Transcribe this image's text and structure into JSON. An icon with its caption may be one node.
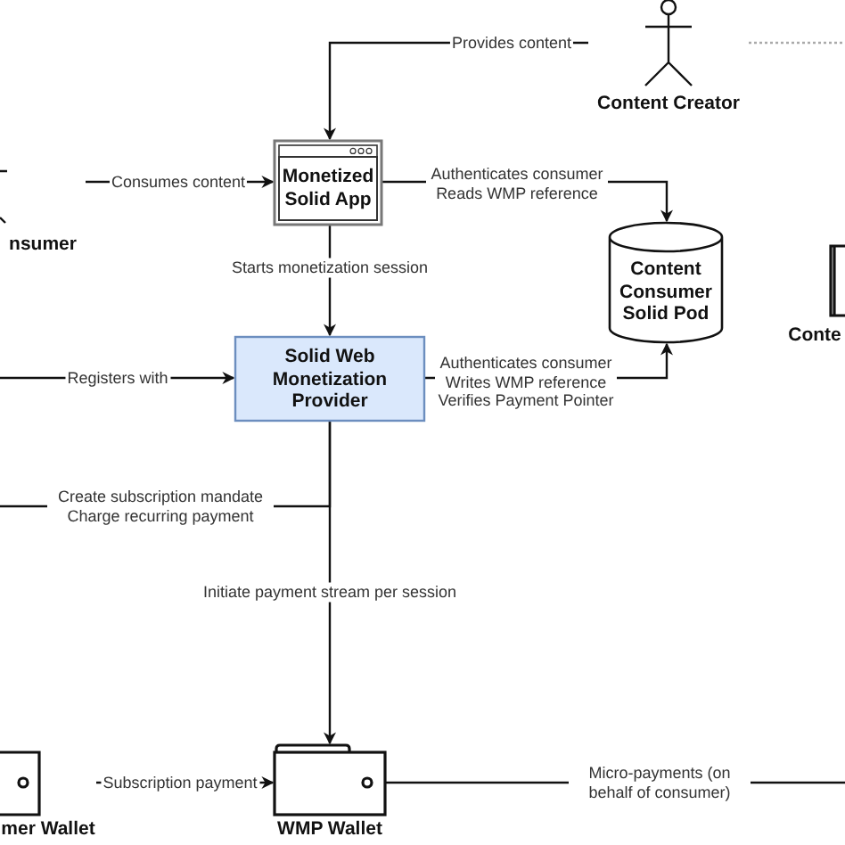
{
  "diagram": {
    "nodes": [
      {
        "text": [
          "Content Creator"
        ]
      },
      {
        "text": [
          "nsumer"
        ]
      },
      {
        "text": [
          "Monetized Solid App"
        ]
      },
      {
        "text": [
          "Content Consumer Solid Pod"
        ]
      },
      {
        "text": [
          "Solid Web Monetization Provider"
        ]
      },
      {
        "text": [
          "mer Wallet"
        ]
      },
      {
        "text": [
          "WMP Wallet"
        ]
      },
      {
        "text": [
          "Conte"
        ]
      }
    ],
    "edges": [
      {
        "from": 0,
        "to": 2,
        "arrow": "to",
        "label": "Provides content"
      },
      {
        "from": 1,
        "to": 2,
        "arrow": "to",
        "label": "Consumes content"
      },
      {
        "from": 2,
        "to": 3,
        "arrow": "to",
        "label": "Authenticates consumer Reads WMP reference"
      },
      {
        "from": 2,
        "to": 4,
        "arrow": "to",
        "label": "Starts monetization session"
      },
      {
        "from": 4,
        "to": 3,
        "arrow": "to",
        "label": "Authenticates consumer Writes WMP reference Verifies Payment Pointer"
      },
      {
        "from": null,
        "to": 4,
        "arrow": "to",
        "label": "Registers with"
      },
      {
        "from": 4,
        "to": null,
        "arrow": "none",
        "label": "Create subscription mandate Charge recurring payment"
      },
      {
        "from": 4,
        "to": 6,
        "arrow": "to",
        "label": "Initiate payment stream per session"
      },
      {
        "from": 5,
        "to": 6,
        "arrow": "to",
        "label": "Subscription payment"
      },
      {
        "from": 6,
        "to": null,
        "arrow": "none",
        "label": "Micro-payments (on behalf of consumer)"
      },
      {
        "from": 0,
        "to": null,
        "arrow": "none",
        "style": "dashed",
        "color": "#aaaaaa"
      }
    ]
  }
}
